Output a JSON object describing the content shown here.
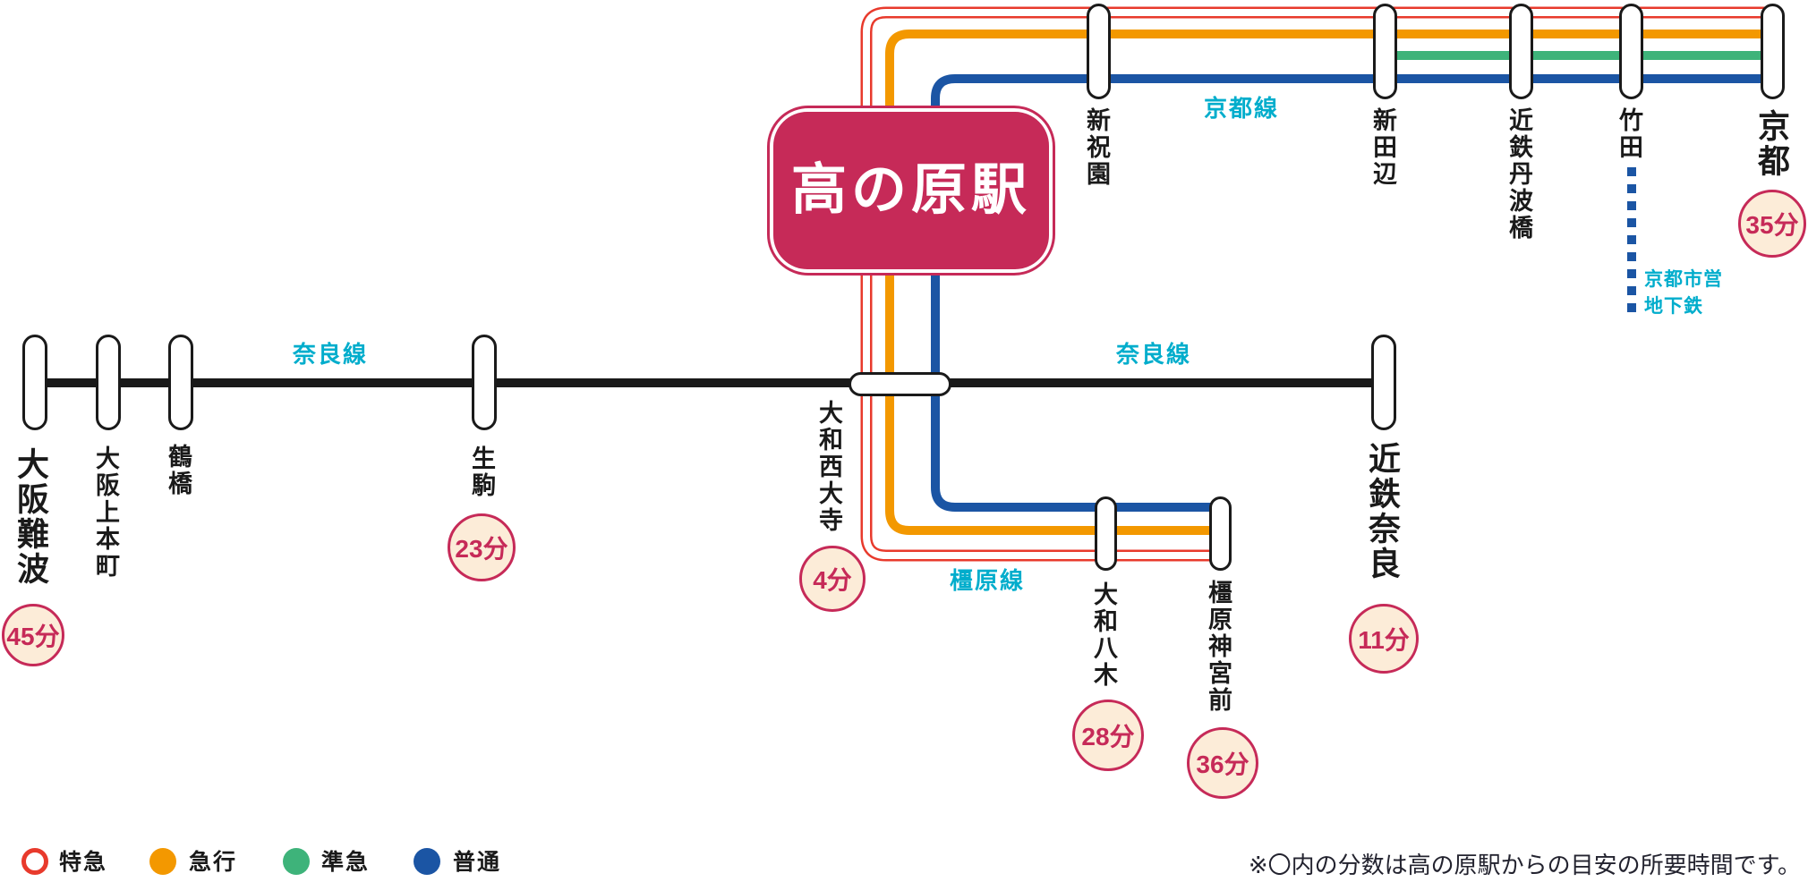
{
  "hub": {
    "name": "高の原駅"
  },
  "note": "※〇内の分数は高の原駅からの目安の所要時間です。",
  "colors": {
    "express_red": "#e83a2c",
    "exp_orange": "#f39800",
    "semiexp_green": "#3eb37a",
    "local_blue": "#1b55a4",
    "rail_black": "#1a1a1a",
    "label_cyan": "#00adcc",
    "hub_crimson": "#c62a58",
    "badge_cream": "#fcecd8",
    "note_dark": "#23232f"
  },
  "lines": {
    "kyoto": {
      "label": "京都線"
    },
    "nara_west": {
      "label": "奈良線"
    },
    "nara_east": {
      "label": "奈良線"
    },
    "kashihara": {
      "label": "橿原線"
    },
    "subway": {
      "label_line1": "京都市営",
      "label_line2": "地下鉄"
    }
  },
  "stations": {
    "osaka_namba": {
      "name": "大阪難波",
      "time": "45分"
    },
    "osaka_uehommachi": {
      "name": "大阪上本町"
    },
    "tsuruhashi": {
      "name": "鶴橋"
    },
    "ikoma": {
      "name": "生駒",
      "time": "23分"
    },
    "yamato_saidaiji": {
      "name": "大和西大寺",
      "time": "4分"
    },
    "kintetsu_nara": {
      "name": "近鉄奈良",
      "time": "11分"
    },
    "shin_hosono": {
      "name": "新祝園"
    },
    "shin_tanabe": {
      "name": "新田辺"
    },
    "kintetsu_tambabashi": {
      "name": "近鉄丹波橋"
    },
    "takeda": {
      "name": "竹田"
    },
    "kyoto": {
      "name": "京都",
      "time": "35分"
    },
    "yamato_yagi": {
      "name": "大和八木",
      "time": "28分"
    },
    "kashihara_jingumae": {
      "name": "橿原神宮前",
      "time": "36分"
    }
  },
  "legend": {
    "tokkyu": {
      "label": "特急"
    },
    "kyuko": {
      "label": "急行"
    },
    "junkyu": {
      "label": "準急"
    },
    "futsu": {
      "label": "普通"
    }
  }
}
